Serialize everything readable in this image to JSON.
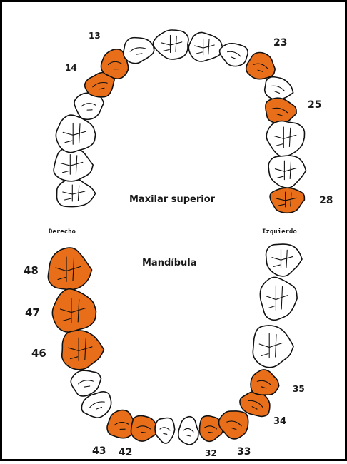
{
  "colors": {
    "highlight": "#e86e1a",
    "healthy": "#ffffff",
    "outline": "#111111",
    "frame": "#000000"
  },
  "labels": {
    "upper_arch": "Maxilar superior",
    "lower_arch": "Mandíbula",
    "right_side": "Derecho",
    "left_side": "Izquierdo"
  },
  "tooth_numbers": {
    "t13": "13",
    "t14": "14",
    "t23": "23",
    "t25": "25",
    "t28": "28",
    "t48": "48",
    "t47": "47",
    "t46": "46",
    "t35": "35",
    "t34": "34",
    "t43": "43",
    "t42": "42",
    "t32": "32",
    "t33": "33"
  },
  "highlighted_teeth": [
    "13",
    "14",
    "23",
    "25",
    "28",
    "48",
    "47",
    "46",
    "35",
    "34",
    "43",
    "42",
    "32",
    "33"
  ]
}
